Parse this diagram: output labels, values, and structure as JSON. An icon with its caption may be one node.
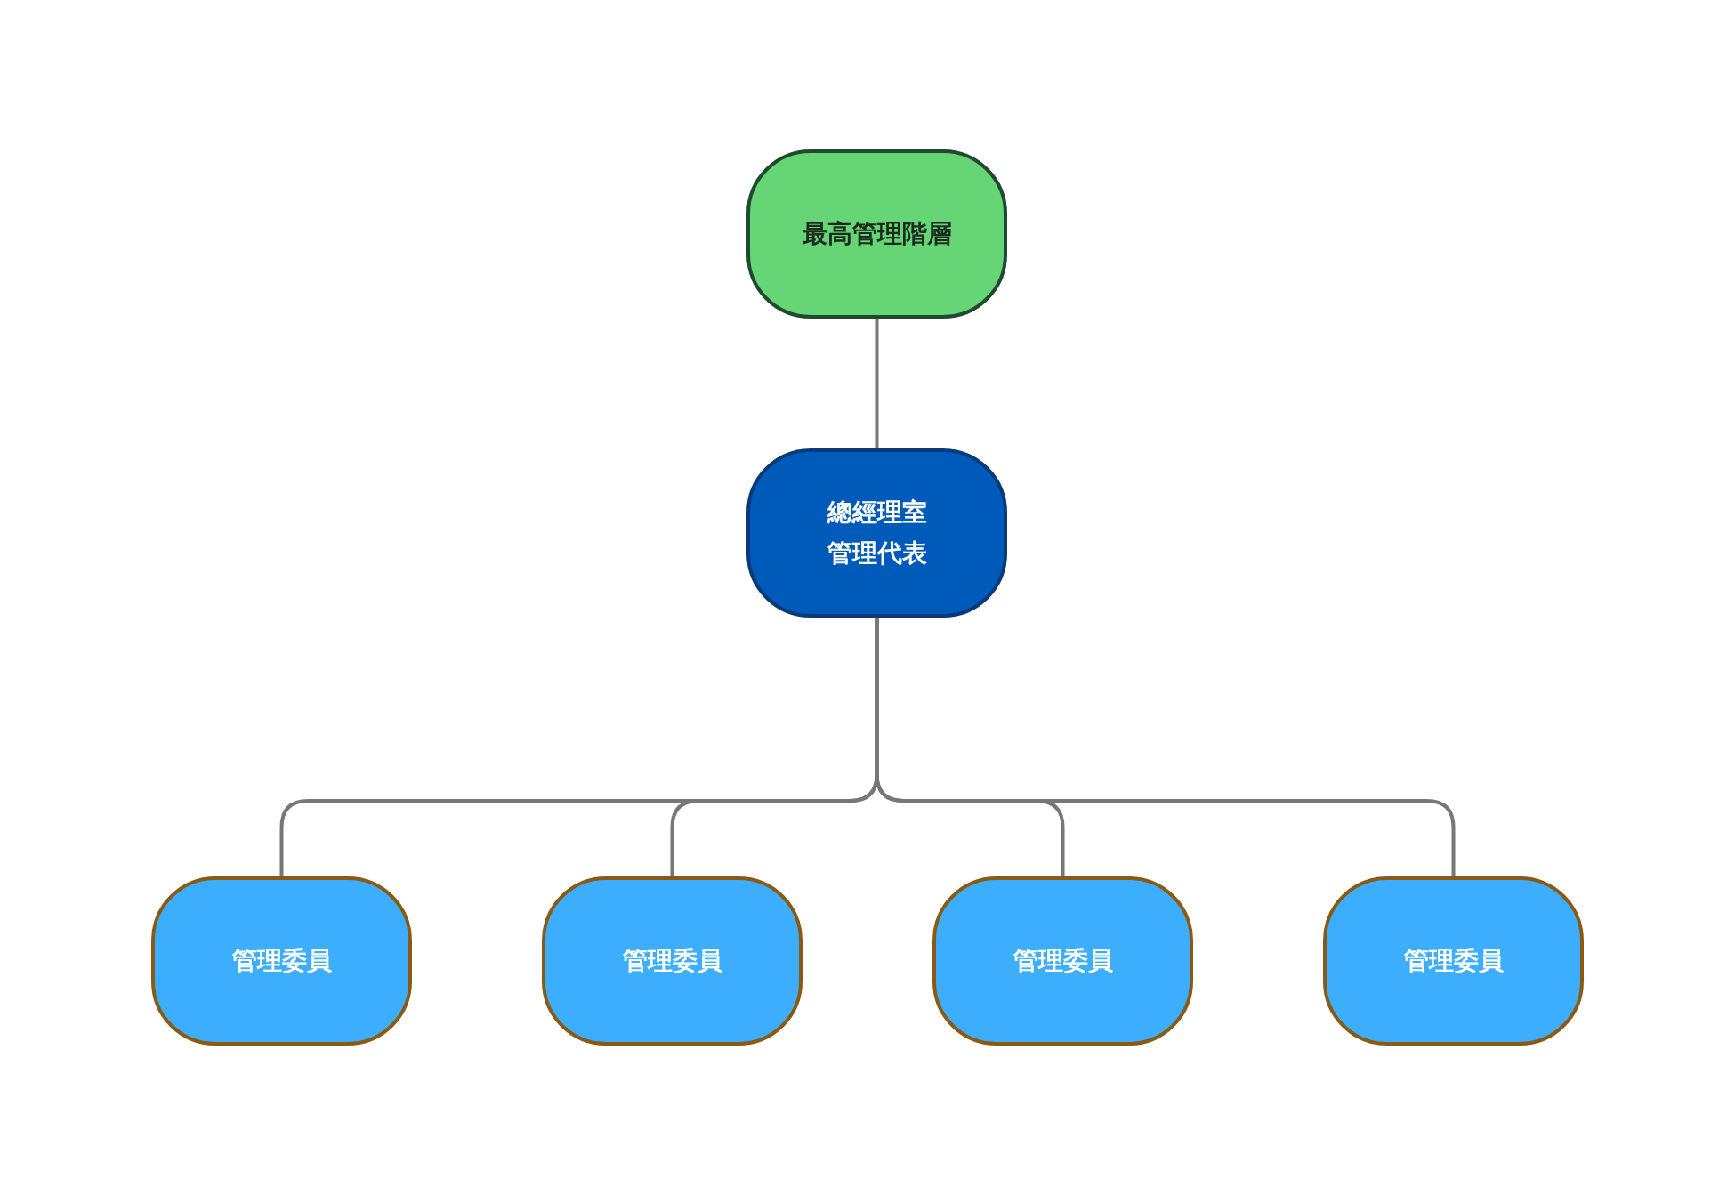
{
  "diagram": {
    "nodes": [
      {
        "text": [
          "最高管理階層"
        ]
      },
      {
        "text": [
          "總經理室管理代表"
        ]
      },
      {
        "text": [
          "管理委員"
        ]
      },
      {
        "text": [
          "管理委員"
        ]
      },
      {
        "text": [
          "管理委員"
        ]
      },
      {
        "text": [
          "管理委員"
        ]
      }
    ],
    "edges": [
      {
        "from": 0,
        "to": 1,
        "arrow": "none"
      },
      {
        "from": 1,
        "to": 2,
        "arrow": "none"
      },
      {
        "from": 1,
        "to": 3,
        "arrow": "none"
      },
      {
        "from": 1,
        "to": 4,
        "arrow": "none"
      },
      {
        "from": 1,
        "to": 5,
        "arrow": "none"
      }
    ]
  }
}
